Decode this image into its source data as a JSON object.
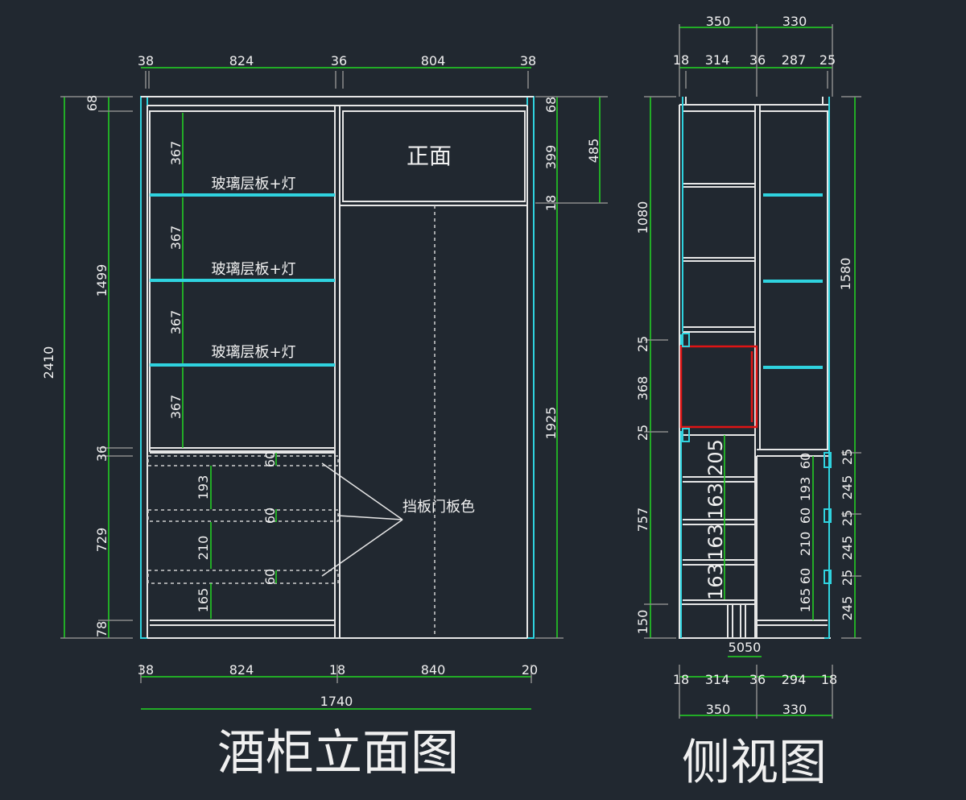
{
  "front": {
    "title": "酒柜立面图",
    "panel_label": "正面",
    "shelf_labels": [
      "玻璃层板+灯",
      "玻璃层板+灯",
      "玻璃层板+灯"
    ],
    "baffle_label": "挡板门板色",
    "top_dims": [
      "38",
      "824",
      "36",
      "804",
      "38"
    ],
    "bottom_dims": [
      "38",
      "824",
      "18",
      "840",
      "20"
    ],
    "total_width": "1740",
    "left_dims": [
      "68",
      "1499",
      "36",
      "729",
      "78"
    ],
    "overall_height": "2410",
    "shelf_dims": [
      "367",
      "367",
      "367",
      "367"
    ],
    "drawer_dims": [
      "193",
      "210",
      "165"
    ],
    "baffle_dims": [
      "60",
      "60",
      "60"
    ],
    "right_dims": [
      "68",
      "399",
      "18",
      "1925"
    ],
    "right_outer_dim": "485"
  },
  "side": {
    "title": "侧视图",
    "top_total": [
      "350",
      "330"
    ],
    "top_dims": [
      "18",
      "314",
      "36",
      "287",
      "25"
    ],
    "bottom_dims": [
      "18",
      "314",
      "36",
      "294",
      "18"
    ],
    "bottom_total": [
      "350",
      "330"
    ],
    "foot_dim": "5050",
    "left_dims": [
      "1080",
      "25",
      "368",
      "25",
      "757",
      "150"
    ],
    "drawer_dims": [
      "205",
      "163",
      "163",
      "163"
    ],
    "right_inner_dims": [
      "60",
      "193",
      "60",
      "210",
      "60",
      "165"
    ],
    "right_total": "1580",
    "right_dims": [
      "25",
      "245",
      "25",
      "245",
      "25",
      "245"
    ]
  },
  "colors": {
    "background": "#212830",
    "lines": "#e6e6e6",
    "glass": "#2fd3df",
    "dimension": "#22d822",
    "highlight": "#e01414"
  }
}
